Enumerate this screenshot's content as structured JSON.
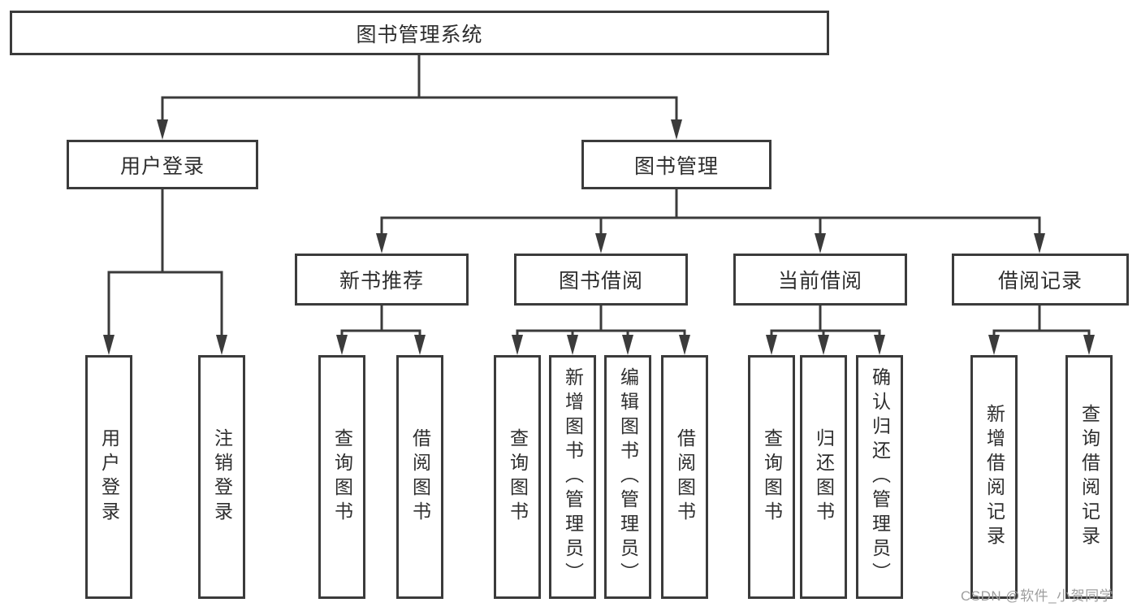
{
  "diagram": {
    "title": "图书管理系统",
    "root": {
      "label": "图书管理系统",
      "children": [
        {
          "label": "用户登录",
          "children": [
            {
              "label": "用户登录"
            },
            {
              "label": "注销登录"
            }
          ]
        },
        {
          "label": "图书管理",
          "children": [
            {
              "label": "新书推荐",
              "children": [
                {
                  "label": "查询图书"
                },
                {
                  "label": "借阅图书"
                }
              ]
            },
            {
              "label": "图书借阅",
              "children": [
                {
                  "label": "查询图书"
                },
                {
                  "label": "新增图书（管理员）"
                },
                {
                  "label": "编辑图书（管理员）"
                },
                {
                  "label": "借阅图书"
                }
              ]
            },
            {
              "label": "当前借阅",
              "children": [
                {
                  "label": "查询图书"
                },
                {
                  "label": "归还图书"
                },
                {
                  "label": "确认归还（管理员）"
                }
              ]
            },
            {
              "label": "借阅记录",
              "children": [
                {
                  "label": "新增借阅记录"
                },
                {
                  "label": "查询借阅记录"
                }
              ]
            }
          ]
        }
      ]
    }
  },
  "watermark": {
    "text": "CSDN @软件_小贺同学"
  },
  "colors": {
    "background": "#ffffff",
    "line": "#3b3b3b",
    "text": "#2e2e2e",
    "watermark": "#9e9e9e"
  }
}
